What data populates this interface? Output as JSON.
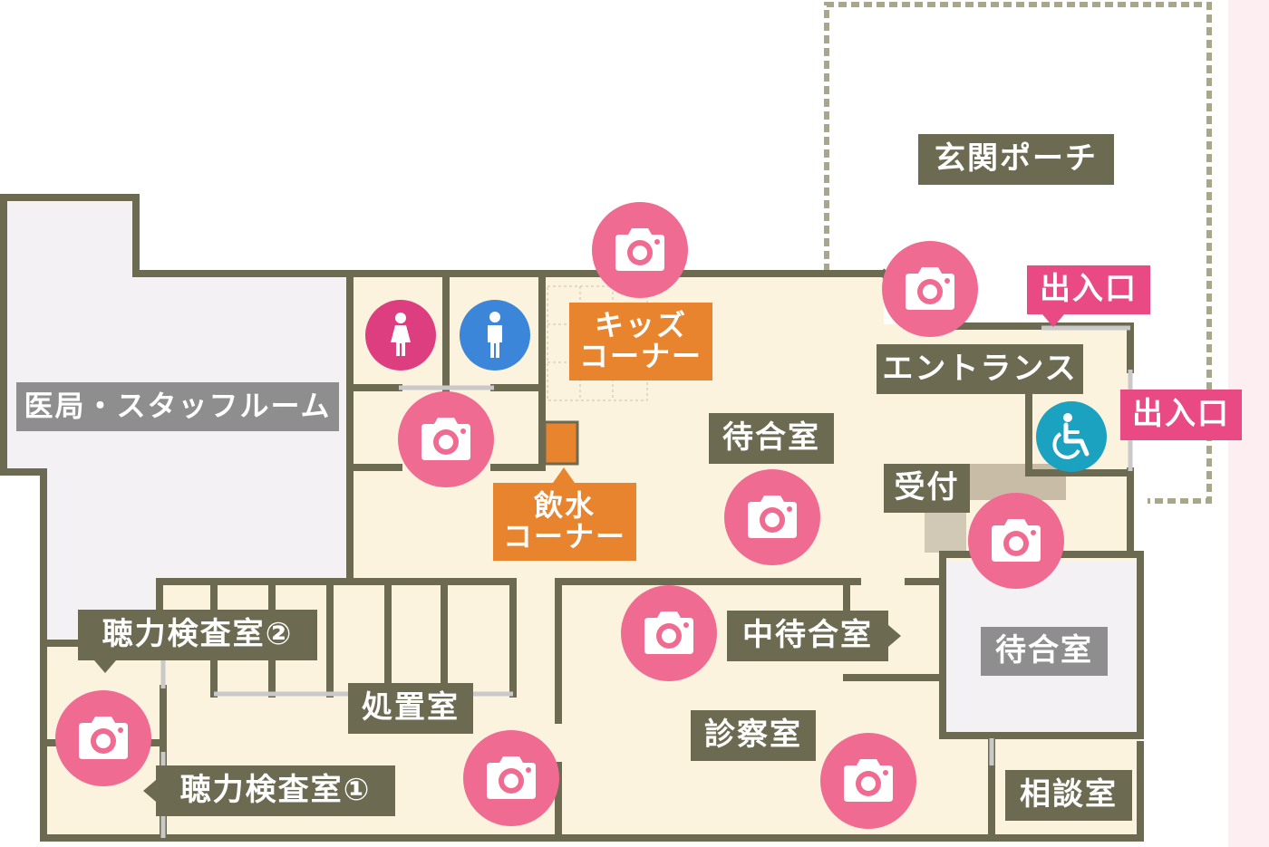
{
  "map": {
    "rooms": {
      "porch": "玄関ポーチ",
      "medical_office": "医局・スタッフルーム",
      "kids_corner": [
        "キッズ",
        "コーナー"
      ],
      "water_corner": [
        "飲水",
        "コーナー"
      ],
      "waiting_room_main": "待合室",
      "entrance": "エントランス",
      "reception": "受付",
      "waiting_room_east": "待合室",
      "inner_waiting": "中待合室",
      "hearing_room_2": "聴力検査室②",
      "hearing_room_1": "聴力検査室①",
      "treatment_room": "処置室",
      "exam_room": "診察室",
      "consultation_room": "相談室"
    },
    "entrances": [
      "出入口",
      "出入口"
    ],
    "icons": {
      "camera": "camera-icon",
      "female_restroom": "female-restroom-icon",
      "male_restroom": "male-restroom-icon",
      "wheelchair": "wheelchair-icon"
    },
    "colors": {
      "wall": "#6c6a50",
      "floor": "#fcf3df",
      "staff_area": "#f3f1f3",
      "camera_marker": "#ef6b91",
      "entrance_label": "#e94a84",
      "corner_label": "#e8842d",
      "female_icon": "#dc3e80",
      "male_icon": "#3b86d8",
      "wheelchair_icon": "#1aa2c0",
      "porch_border": "#a8a78c"
    }
  }
}
